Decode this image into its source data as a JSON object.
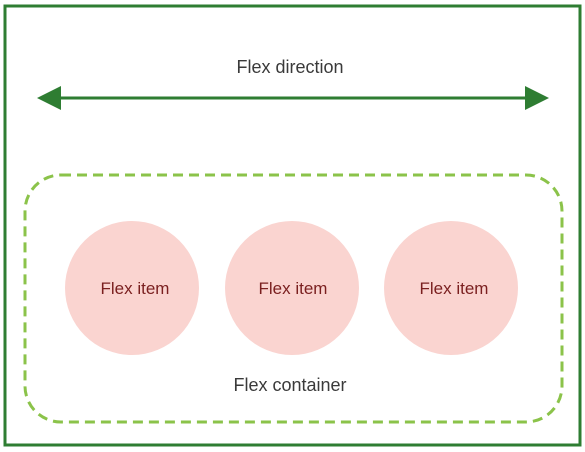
{
  "direction_label": "Flex direction",
  "container_label": "Flex container",
  "items": [
    {
      "label": "Flex item"
    },
    {
      "label": "Flex item"
    },
    {
      "label": "Flex item"
    }
  ],
  "colors": {
    "outer_border": "#2e7d32",
    "arrow": "#2e7d32",
    "container_border": "#8bc34a",
    "item_fill": "#fad4d0",
    "item_text": "#7a1f1f",
    "label_text": "#3a3a3a"
  }
}
